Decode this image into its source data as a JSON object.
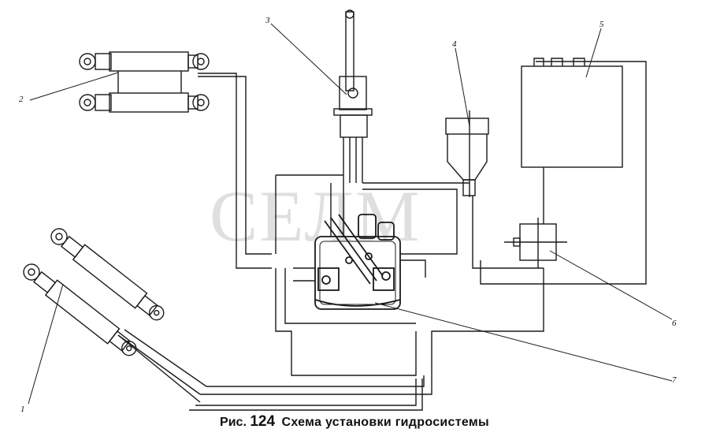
{
  "figure": {
    "caption_prefix": "Рис.",
    "caption_number": "124",
    "caption_title": "Схема установки гидросистемы"
  },
  "watermark": "СЕЛМ",
  "callouts": [
    {
      "id": "1",
      "label": "1"
    },
    {
      "id": "2",
      "label": "2"
    },
    {
      "id": "3",
      "label": "3"
    },
    {
      "id": "4",
      "label": "4"
    },
    {
      "id": "5",
      "label": "5"
    },
    {
      "id": "6",
      "label": "6"
    },
    {
      "id": "7",
      "label": "7"
    }
  ],
  "colors": {
    "line": "#1a1a1a",
    "paper": "#ffffff"
  }
}
